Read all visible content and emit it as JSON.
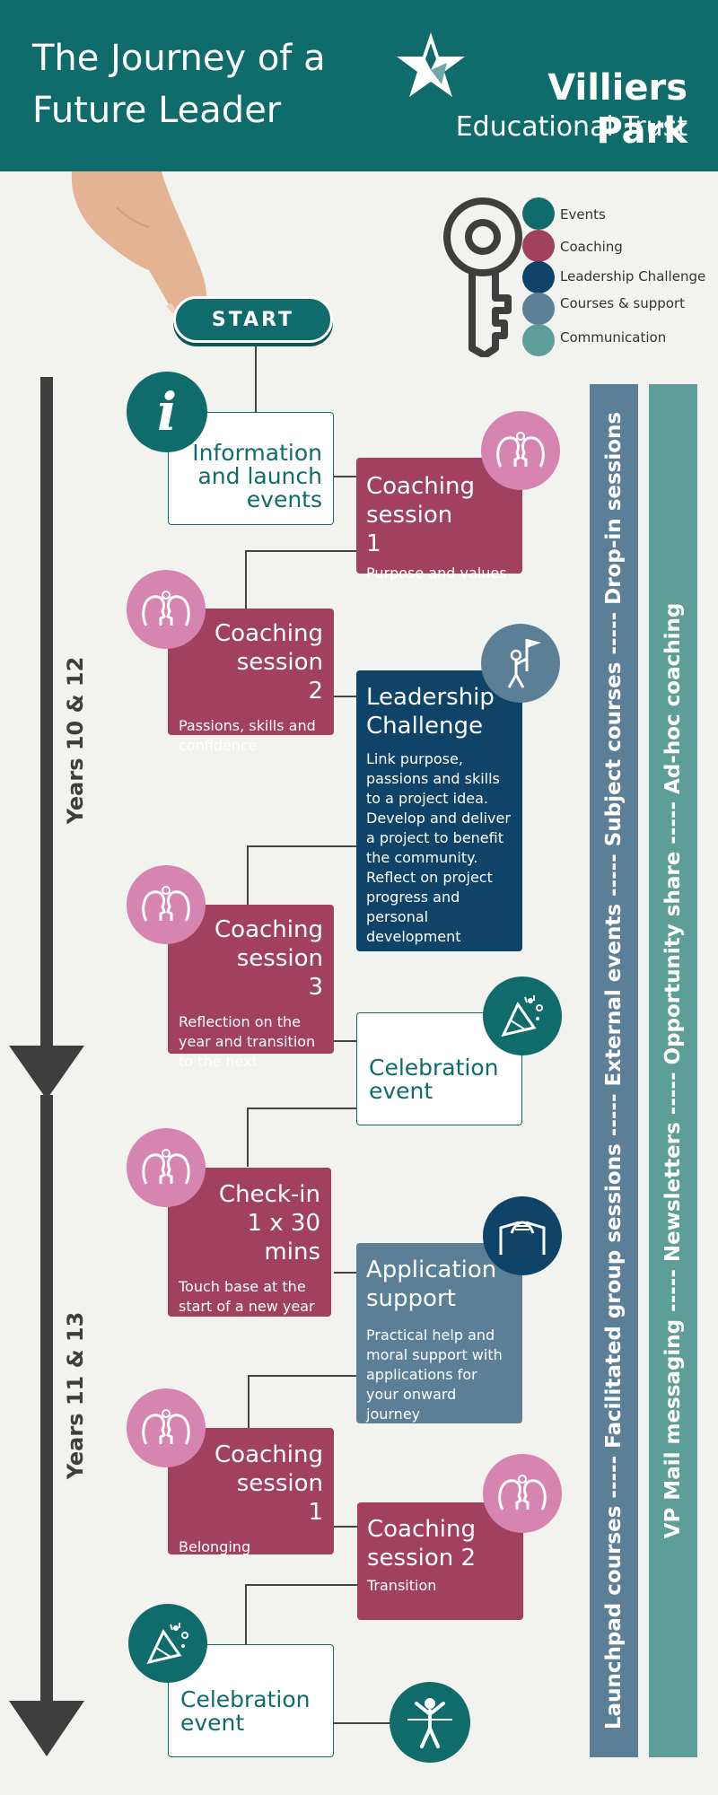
{
  "header": {
    "title_line1": "The Journey of a",
    "title_line2": "Future Leader",
    "logo_name": "Villiers Park",
    "logo_sub": "Educational Trust"
  },
  "legend": [
    {
      "label": "Events",
      "color": "#106c6a"
    },
    {
      "label": "Coaching",
      "color": "#a1405f"
    },
    {
      "label": "Leadership Challenge",
      "color": "#0f4368"
    },
    {
      "label": "Courses & support",
      "color": "#5c7f98"
    },
    {
      "label": "Communication",
      "color": "#5d9e98"
    }
  ],
  "start_button": "START",
  "timeline": {
    "years_1": "Years 10 & 12",
    "years_2": "Years 11 & 13"
  },
  "steps": {
    "info": "Information and launch events",
    "coach1_title": "Coaching session 1",
    "coach1_sub": "Purpose and values",
    "coach2_title": "Coaching session 2",
    "coach2_sub": "Passions, skills and confidence",
    "lead_title": "Leadership Challenge",
    "lead_sub": "Link purpose, passions and skills to a project idea. Develop and deliver a project to benefit the  community. Reflect on project progress and personal development",
    "coach3_title": "Coaching session 3",
    "coach3_sub": "Reflection on the year and transition to the next",
    "celebration1": "Celebration event",
    "checkin_title": "Check-in 1 x 30 mins",
    "checkin_sub": "Touch base at the start of a new year",
    "app_title": "Application support",
    "app_sub": "Practical help and moral support with applications for your onward journey",
    "coach4_title": "Coaching session 1",
    "coach4_sub": "Belonging",
    "coach5_title": "Coaching session 2",
    "coach5_sub": "Transition",
    "celebration2": "Celebration event"
  },
  "side_bars": {
    "courses": "Launchpad courses ----- Facilitated group sessions ----- External events ----- Subject courses ----- Drop-in sessions",
    "communication": "VP Mail messaging ----- Newsletters ----- Opportunity share ----- Ad-hoc coaching"
  }
}
